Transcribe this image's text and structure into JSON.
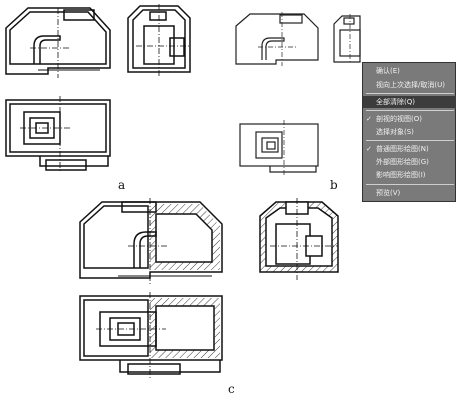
{
  "labels": {
    "a": "a",
    "b": "b",
    "c": "c"
  },
  "context_menu": {
    "items": [
      {
        "label": "确认(E)",
        "checked": false,
        "highlighted": false
      },
      {
        "label": "视向上次选择/取消(U)",
        "checked": false,
        "highlighted": false
      },
      {
        "label": "全部清除(Q)",
        "checked": false,
        "highlighted": true
      },
      {
        "label": "剖视的视图(O)",
        "checked": true,
        "highlighted": false
      },
      {
        "label": "选择对象(S)",
        "checked": false,
        "highlighted": false
      },
      {
        "label": "普通图形绘图(N)",
        "checked": true,
        "highlighted": false
      },
      {
        "label": "外部图形绘图(G)",
        "checked": false,
        "highlighted": false
      },
      {
        "label": "影响图形绘图(I)",
        "checked": false,
        "highlighted": false
      },
      {
        "label": "预览(V)",
        "checked": false,
        "highlighted": false
      }
    ]
  }
}
